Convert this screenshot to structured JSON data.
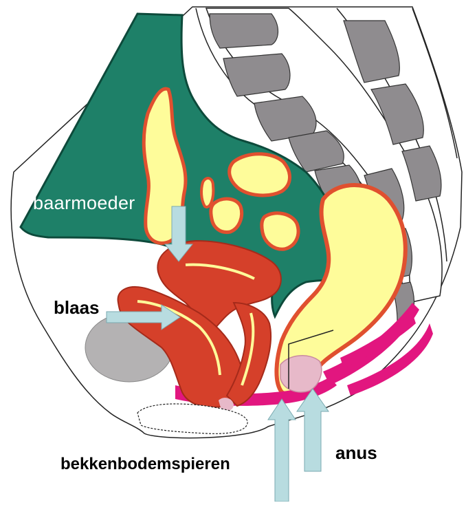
{
  "labels": {
    "uterus": "baarmoeder",
    "bladder": "blaas",
    "pelvic_floor": "bekkenbodemspieren",
    "anus": "anus"
  },
  "colors": {
    "background": "#ffffff",
    "peritoneum": "#1e8068",
    "fat": "#fefc9a",
    "fat_outline": "#fff200",
    "organ_red": "#d5402a",
    "organ_wall": "#e0502f",
    "muscle": "#e2167f",
    "bone": "#8f8c8f",
    "pubic_bone": "#b4b2b3",
    "arrow": "#b8dce0",
    "outline": "#222222"
  },
  "icons": [
    "arrow-down-icon",
    "arrow-right-icon",
    "arrow-up-icon"
  ]
}
